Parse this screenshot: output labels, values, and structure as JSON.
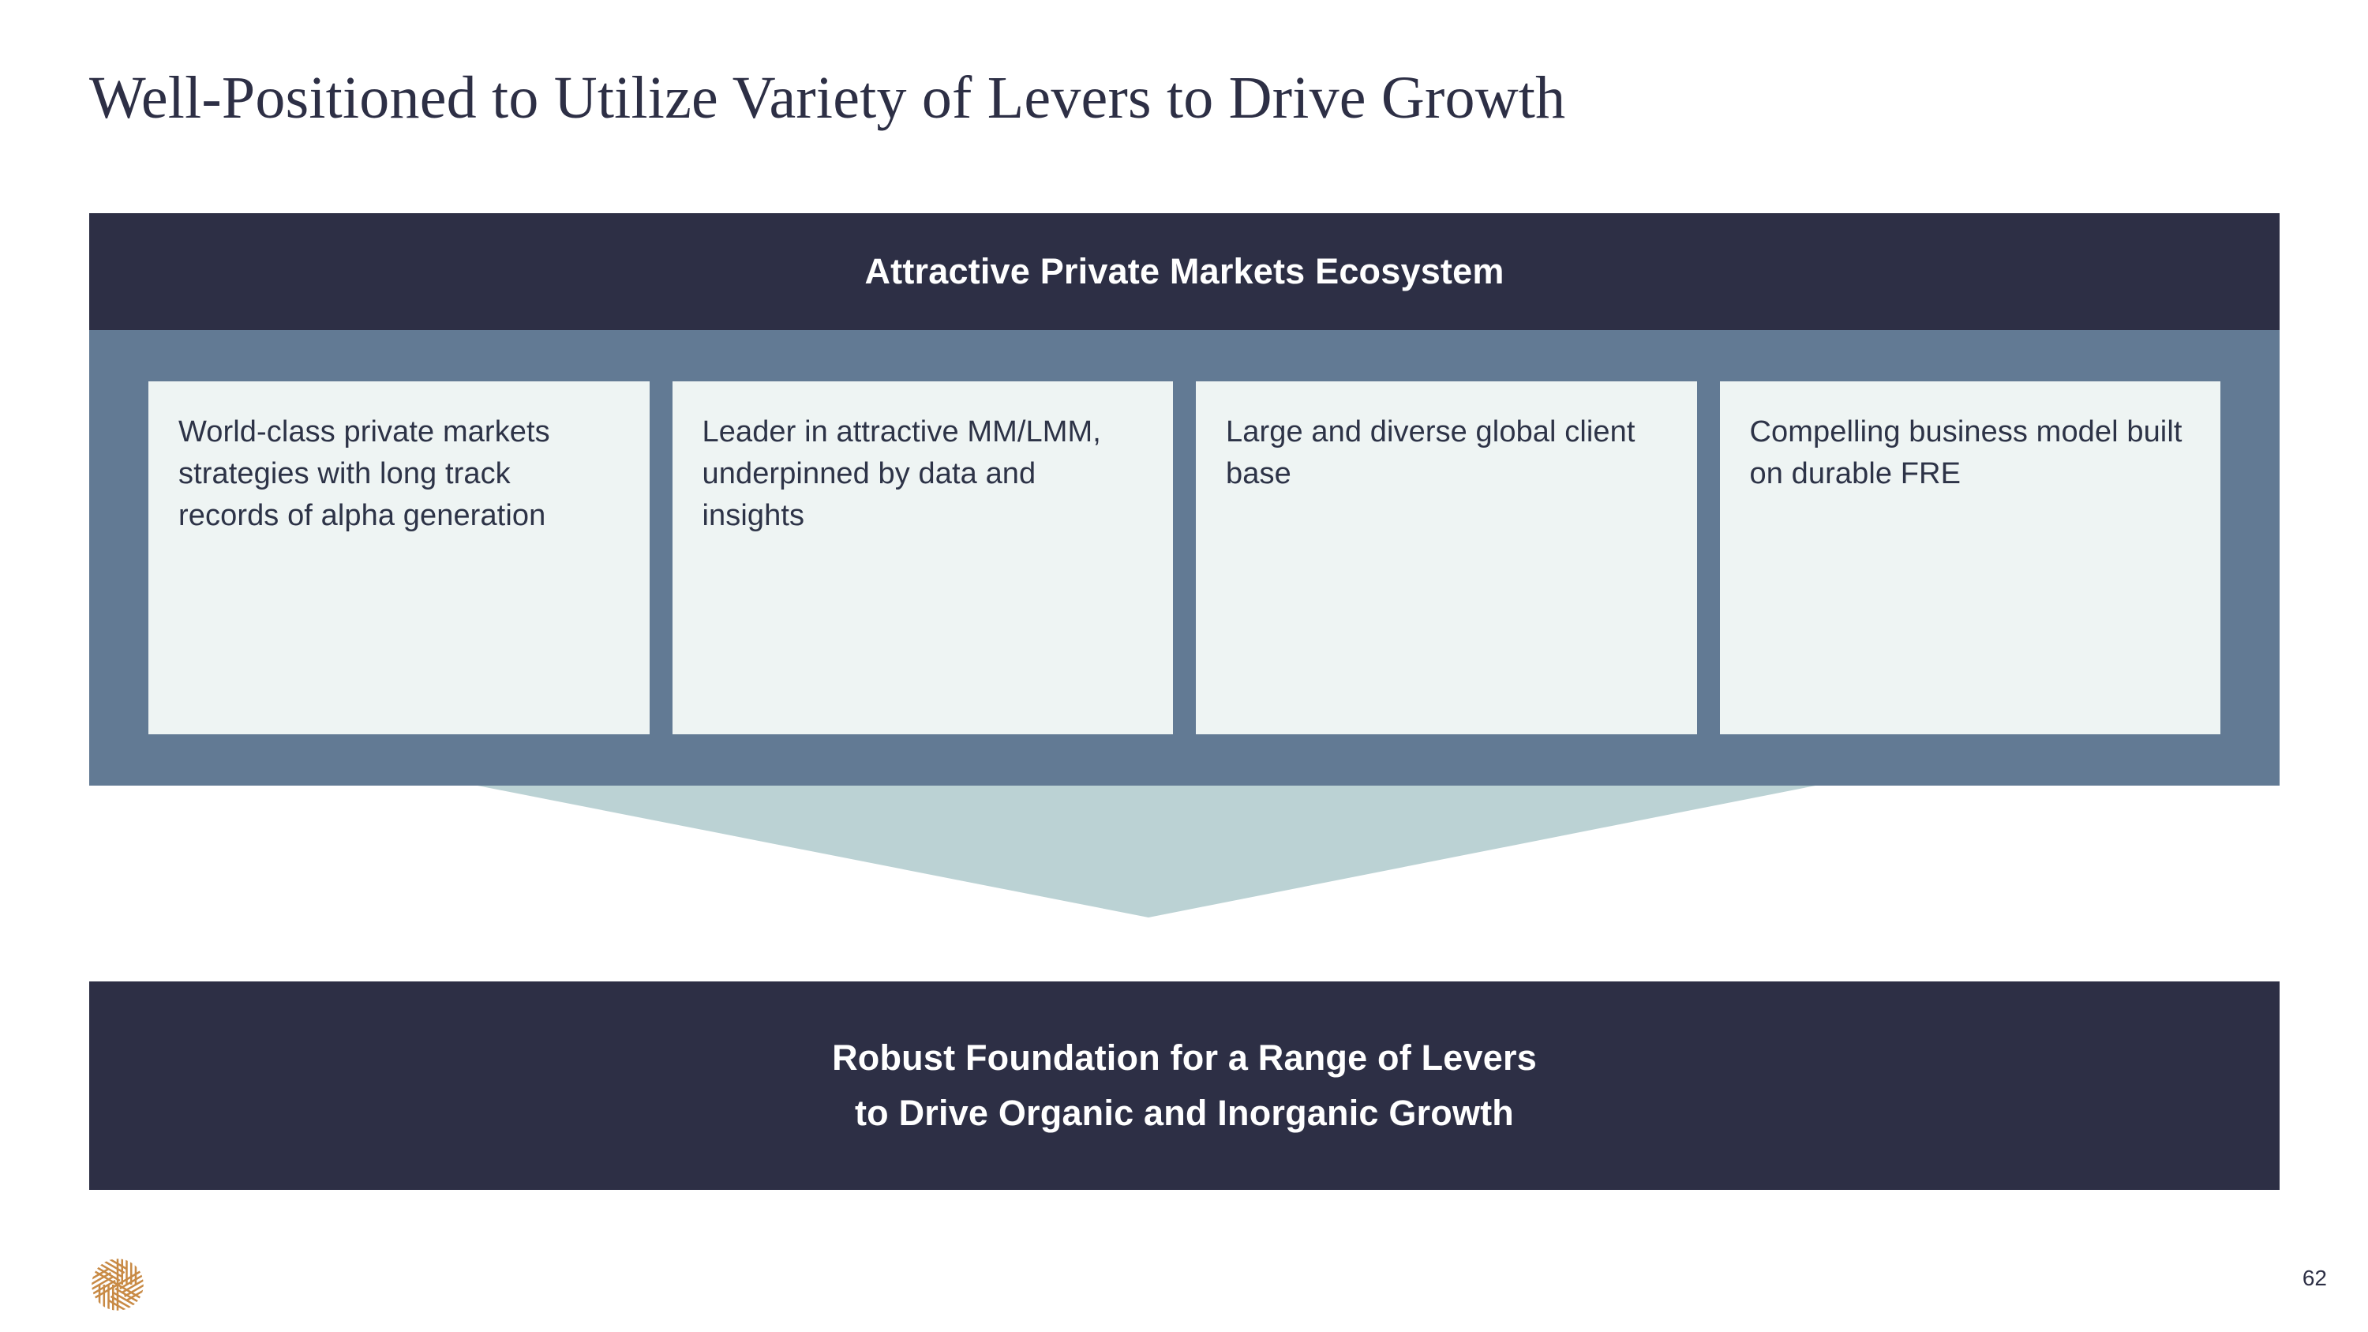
{
  "slide": {
    "title": "Well-Positioned to Utilize Variety of Levers to Drive Growth",
    "page_number": "62"
  },
  "ecosystem": {
    "header_label": "Attractive Private Markets Ecosystem",
    "pillars": [
      {
        "text": "World-class private markets strategies with long track records of alpha generation"
      },
      {
        "text": "Leader in attractive MM/LMM, underpinned by data and insights"
      },
      {
        "text": "Large and diverse global client base"
      },
      {
        "text": "Compelling business model built on durable FRE"
      }
    ]
  },
  "foundation": {
    "line1": "Robust Foundation for a Range of Levers",
    "line2": "to Drive Organic and Inorganic Growth"
  },
  "logo": {
    "name": "pinwheel-starburst-logo",
    "color": "#c88a45"
  },
  "colors": {
    "dark_navy": "#2d2f45",
    "slate_blue": "#627a94",
    "card_bg": "#eef4f3",
    "arrow_teal": "#bbd2d4",
    "body_text": "#2d3347",
    "page_bg": "#ffffff"
  }
}
